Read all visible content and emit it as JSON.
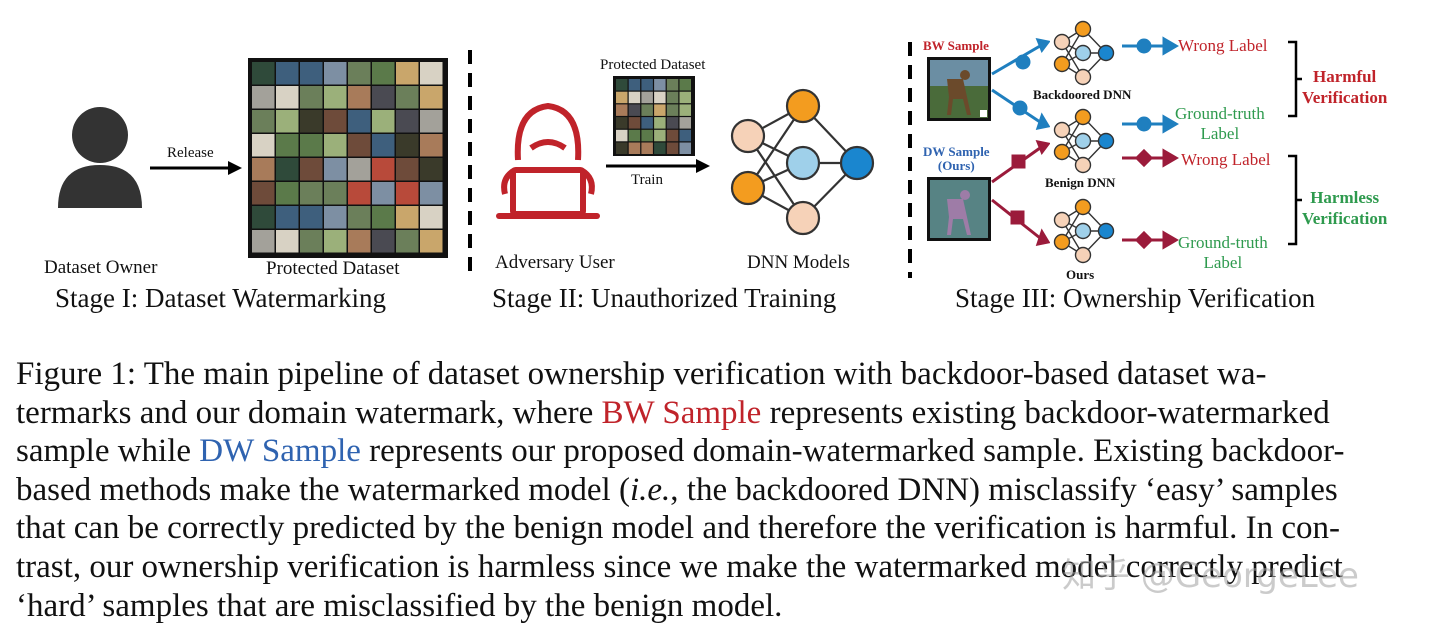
{
  "figure": {
    "stage1": {
      "title": "Stage I: Dataset Watermarking",
      "owner_label": "Dataset Owner",
      "release_label": "Release",
      "dataset_label": "Protected Dataset"
    },
    "stage2": {
      "title": "Stage II: Unauthorized Training",
      "dataset_label": "Protected Dataset",
      "train_label": "Train",
      "adversary_label": "Adversary User",
      "models_label": "DNN Models"
    },
    "stage3": {
      "title": "Stage III: Ownership Verification",
      "bw_sample": "BW Sample",
      "dw_sample_line1": "DW Sample",
      "dw_sample_line2": "(Ours)",
      "backdoored_dnn": "Backdoored DNN",
      "benign_dnn": "Benign DNN",
      "ours": "Ours",
      "wrong_label": "Wrong Label",
      "ground_truth_line1": "Ground-truth",
      "ground_truth_line2": "Label",
      "harmful_line1": "Harmful",
      "harmful_line2": "Verification",
      "harmless_line1": "Harmless",
      "harmless_line2": "Verification"
    },
    "colors": {
      "red": "#c0232a",
      "green": "#2e9a4e",
      "blue": "#2f63b0",
      "dark_red": "#9b1b3b",
      "orange": "#f39c1f",
      "light_orange": "#f6d2b8",
      "light_blue": "#9fd0ea",
      "node_blue": "#1a86cf"
    }
  },
  "caption": {
    "line1": "Figure 1:  The main pipeline of dataset ownership verification with backdoor-based dataset wa-",
    "line2_a": "termarks and our domain watermark, where ",
    "line2_bw": "BW Sample",
    "line2_b": " represents existing backdoor-watermarked",
    "line3_a": "sample while ",
    "line3_dw": "DW Sample",
    "line3_b": " represents our proposed domain-watermarked sample. Existing backdoor-",
    "line4_a": "based methods make the watermarked model (",
    "line4_ie": "i.e.",
    "line4_b": ", the backdoored DNN) misclassify ‘easy’ samples",
    "line5": "that can be correctly predicted by the benign model and therefore the verification is harmful. In con-",
    "line6": "trast, our ownership verification is harmless since we make the watermarked model correctly predict",
    "line7": "‘hard’ samples that are misclassified by the benign model."
  },
  "watermark": "知乎 @GeorgeLee"
}
